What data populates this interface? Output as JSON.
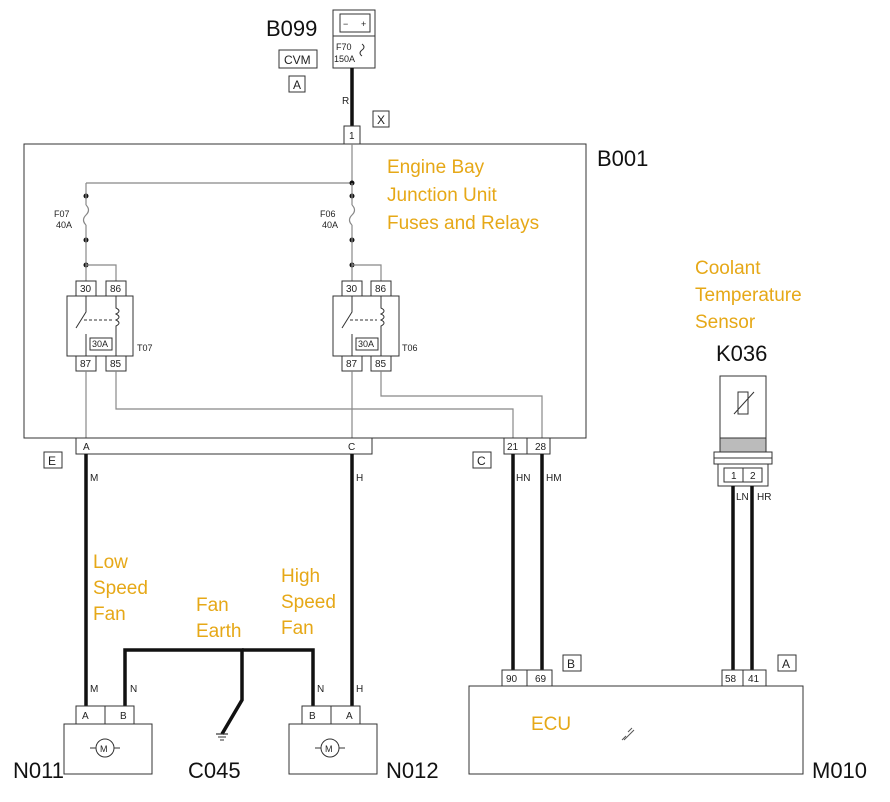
{
  "components": {
    "b099": {
      "id": "B099",
      "fuse": "F70",
      "rating": "150A",
      "connector": "CVM",
      "connector_tag": "A",
      "wire": "R",
      "pin": "1",
      "pin_tag": "X"
    },
    "b001": {
      "id": "B001",
      "note_lines": [
        "Engine Bay",
        "Junction Unit",
        "Fuses and Relays"
      ]
    },
    "f07": {
      "id": "F07",
      "rating": "40A"
    },
    "f06": {
      "id": "F06",
      "rating": "40A"
    },
    "t07": {
      "id": "T07",
      "rating": "30A",
      "pins": [
        "30",
        "86",
        "87",
        "85"
      ]
    },
    "t06": {
      "id": "T06",
      "rating": "30A",
      "pins": [
        "30",
        "86",
        "87",
        "85"
      ]
    },
    "k036": {
      "id": "K036",
      "note_lines": [
        "Coolant",
        "Temperature",
        "Sensor"
      ],
      "pins": [
        "1",
        "2"
      ],
      "wires": [
        "LN",
        "HR"
      ]
    },
    "n011": {
      "id": "N011",
      "note_lines": [
        "Low",
        "Speed",
        "Fan"
      ],
      "pins": [
        "A",
        "B"
      ],
      "wires": [
        "M",
        "N"
      ]
    },
    "n012": {
      "id": "N012",
      "note_lines": [
        "High",
        "Speed",
        "Fan"
      ],
      "pins": [
        "B",
        "A"
      ],
      "wires": [
        "N",
        "H"
      ]
    },
    "c045": {
      "id": "C045",
      "note_lines": [
        "Fan",
        "Earth"
      ]
    },
    "m010": {
      "id": "M010",
      "label": "ECU",
      "pins_b": [
        "90",
        "69"
      ],
      "tag_b": "B",
      "pins_a": [
        "58",
        "41"
      ],
      "tag_a": "A"
    }
  },
  "b001_pins": {
    "e_tag": "E",
    "a": "A",
    "c": "C",
    "c_tag": "C",
    "p21": "21",
    "p28": "28",
    "wire_m": "M",
    "wire_h": "H",
    "wire_hn": "HN",
    "wire_hm": "HM"
  }
}
